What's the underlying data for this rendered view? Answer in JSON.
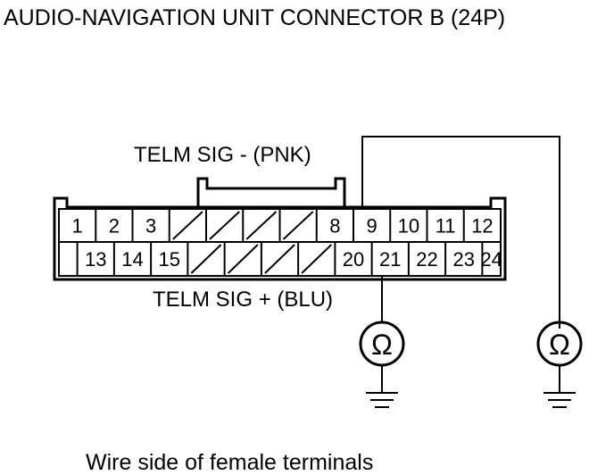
{
  "title": "AUDIO-NAVIGATION UNIT CONNECTOR B (24P)",
  "caption": "Wire side of female terminals",
  "wires": {
    "minus_label": "TELM SIG - (PNK)",
    "plus_label": "TELM SIG + (BLU)"
  },
  "meter_symbol": "Ω",
  "connector": {
    "top_row": [
      "1",
      "2",
      "3",
      "",
      "",
      "",
      "",
      "8",
      "9",
      "10",
      "11",
      "12"
    ],
    "bottom_row": [
      "",
      "13",
      "14",
      "15",
      "",
      "",
      "",
      "",
      "20",
      "21",
      "22",
      "23",
      "24"
    ]
  }
}
